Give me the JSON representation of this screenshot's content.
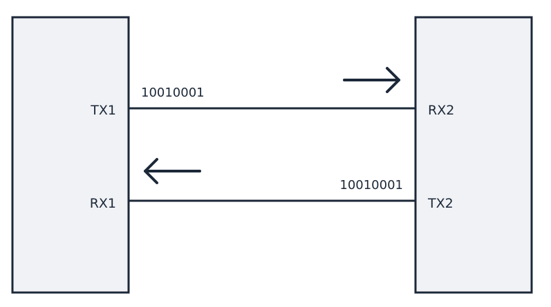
{
  "device_1": {
    "tx_pin": "TX1",
    "rx_pin": "RX1"
  },
  "device_2": {
    "rx_pin": "RX2",
    "tx_pin": "TX2"
  },
  "links": {
    "top": {
      "data": "10010001",
      "direction": "right"
    },
    "bottom": {
      "data": "10010001",
      "direction": "left"
    }
  },
  "colors": {
    "line": "#1c2838",
    "box_fill": "#f1f2f6"
  },
  "icons": {
    "top_arrow": "arrow-right-icon",
    "bottom_arrow": "arrow-left-icon"
  }
}
